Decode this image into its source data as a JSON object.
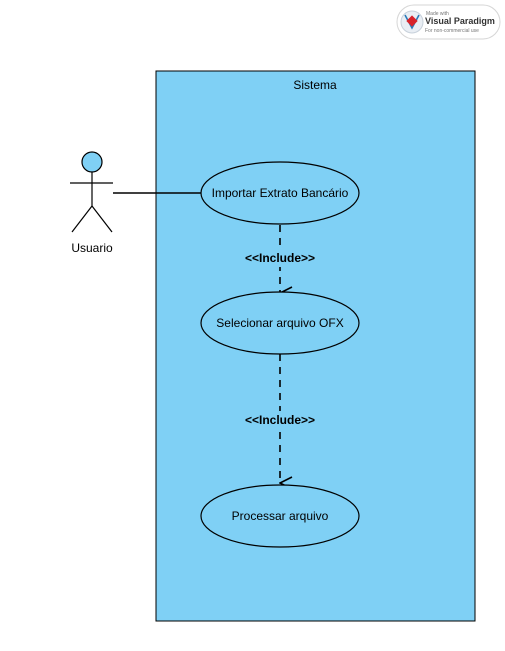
{
  "watermark": {
    "line1": "Made with",
    "line2": "Visual Paradigm",
    "line3": "For non-commercial use"
  },
  "system": {
    "label": "Sistema"
  },
  "actor": {
    "label": "Usuario"
  },
  "use_cases": [
    {
      "label": "Importar Extrato Bancário"
    },
    {
      "label": "Selecionar arquivo OFX"
    },
    {
      "label": "Processar arquivo"
    }
  ],
  "relations": [
    {
      "label": "<<Include>>"
    },
    {
      "label": "<<Include>>"
    }
  ],
  "colors": {
    "system_fill": "#7fd0f5",
    "stroke": "#000000",
    "actor_head": "#7fd0f5",
    "badge_red": "#d8232a",
    "badge_blue": "#2a7ab8"
  }
}
